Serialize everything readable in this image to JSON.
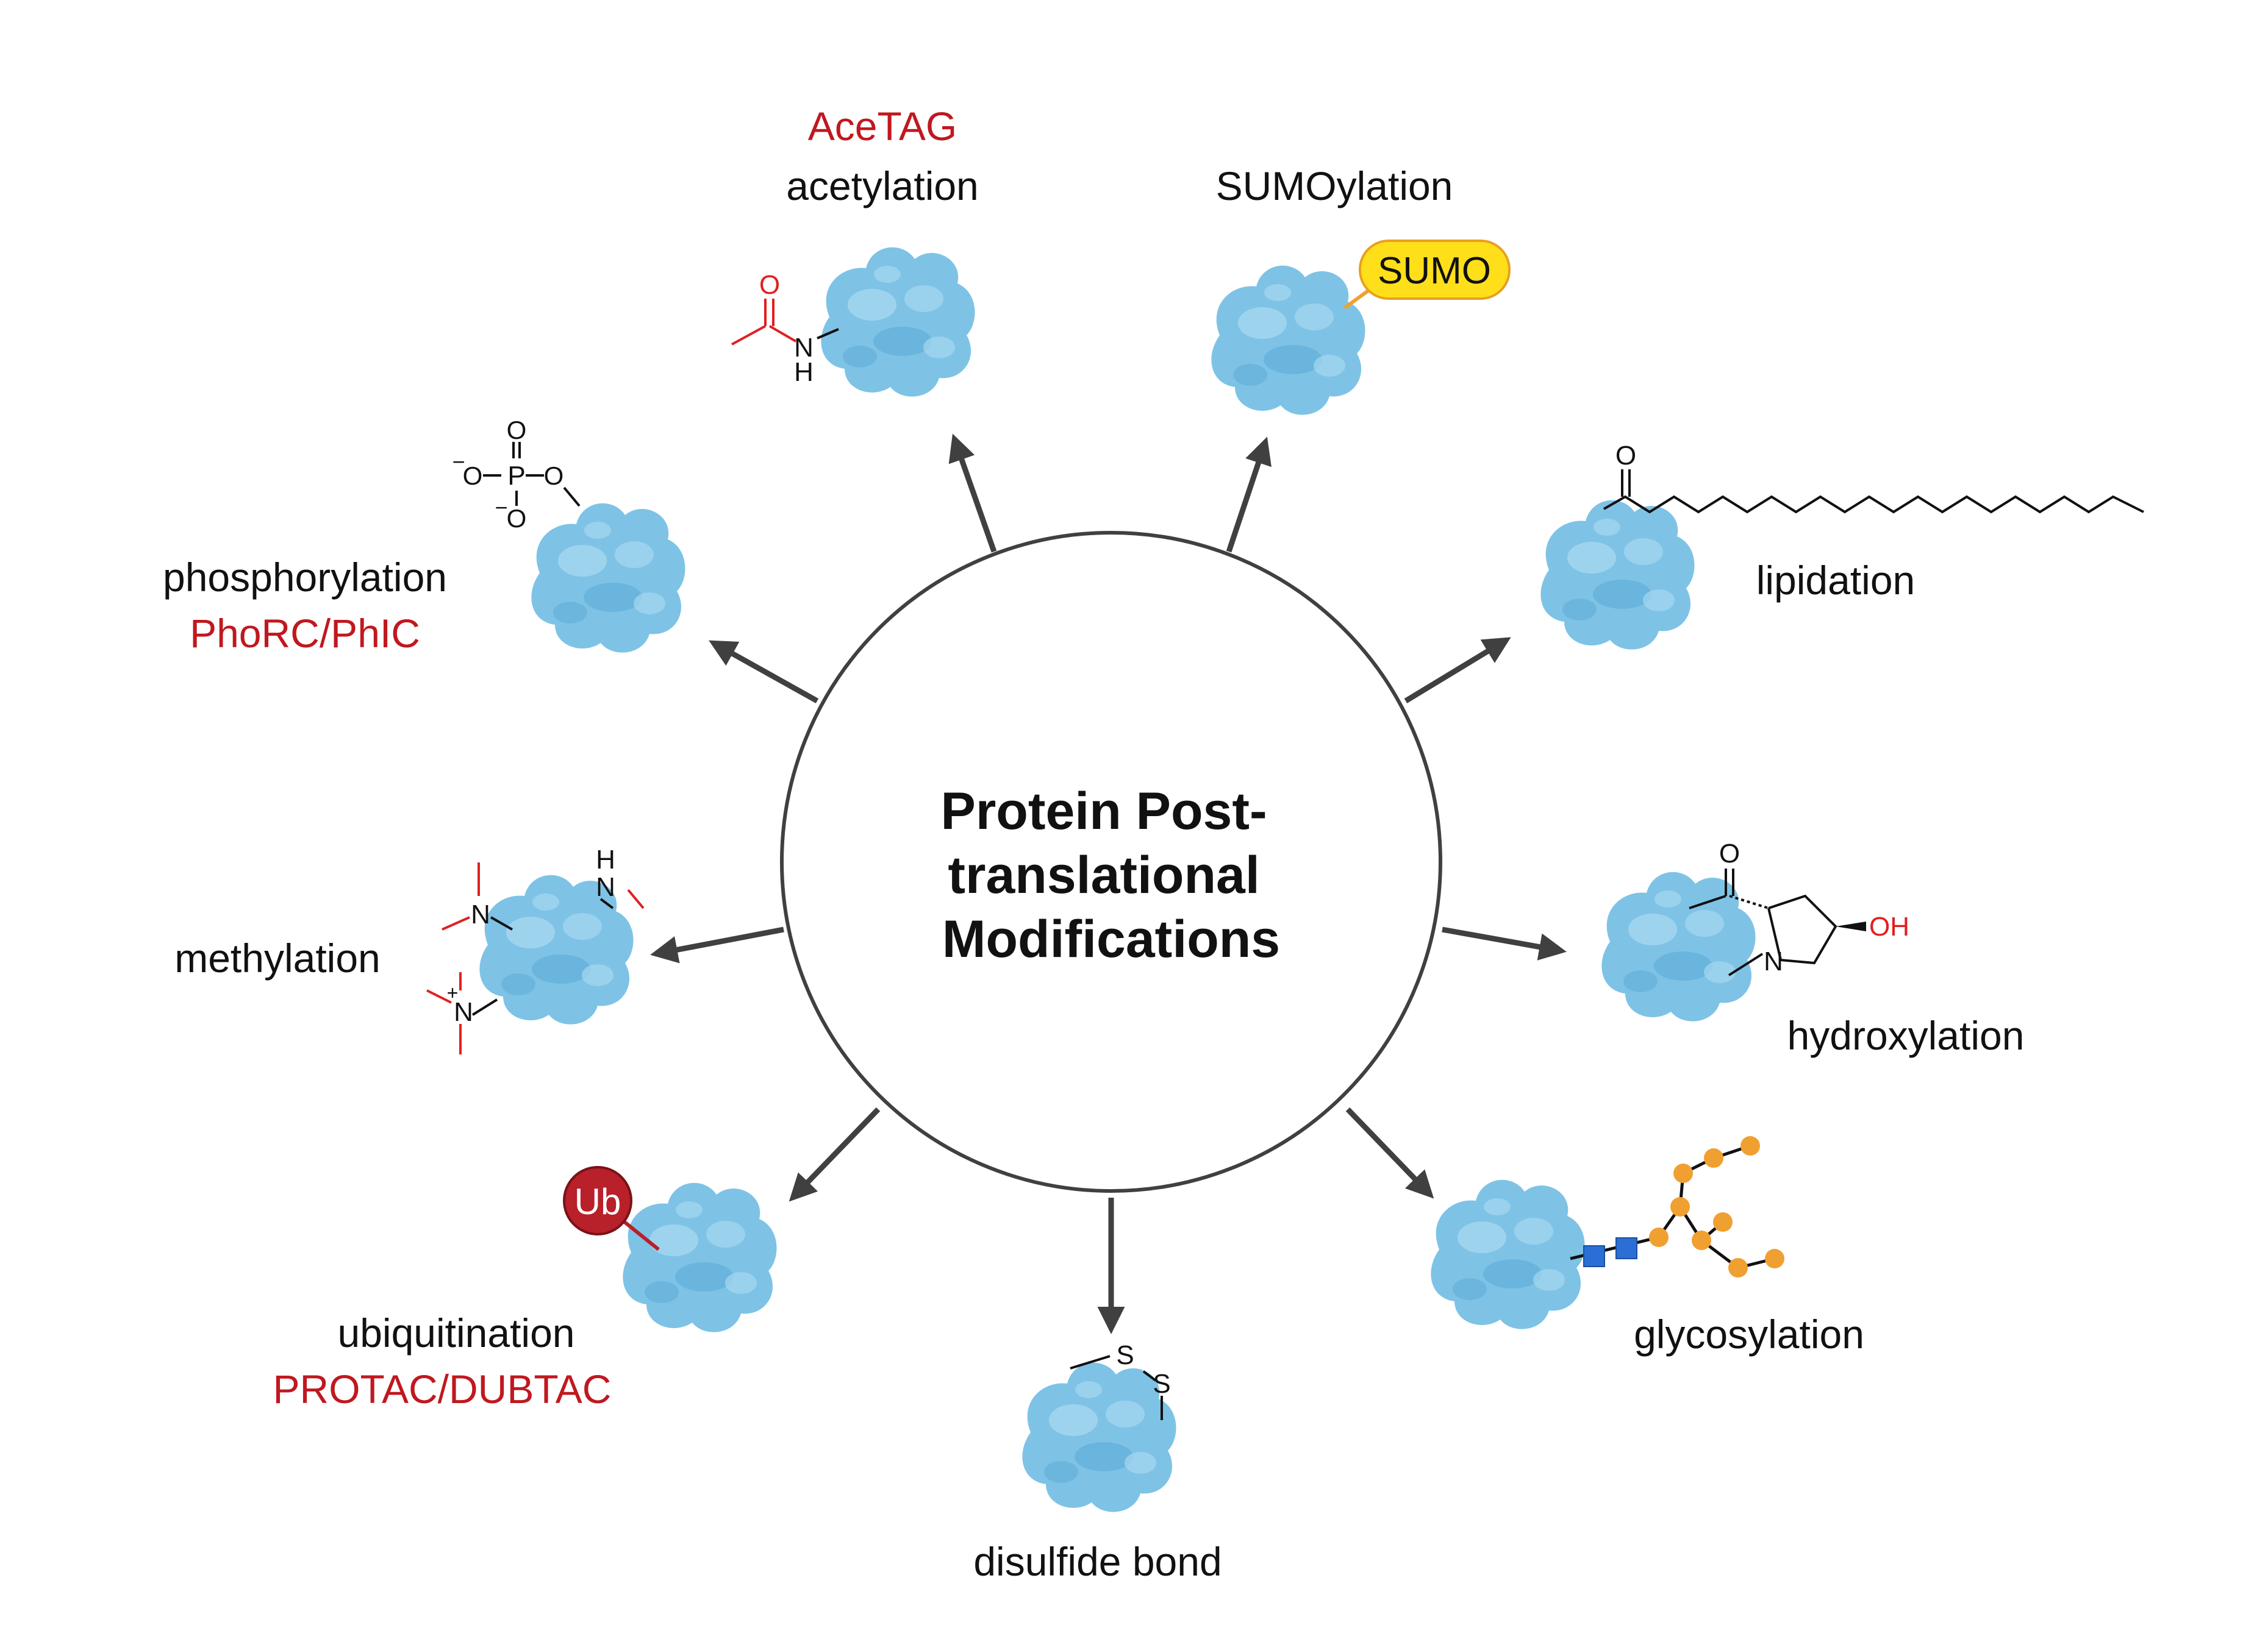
{
  "center_title": [
    "Protein Post-",
    "translational",
    "Modifications"
  ],
  "colors": {
    "protein": "#7ec3e6",
    "protein_dark": "#5aaad6",
    "arrow": "#404040",
    "technique": "#c0181f",
    "chem_red": "#e02020",
    "sumo_fill": "#ffdf1a",
    "ub_fill": "#b8202a",
    "sugar_orange": "#f0a030",
    "sugar_blue": "#2b6fd6"
  },
  "modifications": [
    {
      "id": "acetylation",
      "label": "acetylation",
      "technique": "AceTAG"
    },
    {
      "id": "sumoylation",
      "label": "SUMOylation",
      "technique": ""
    },
    {
      "id": "lipidation",
      "label": "lipidation",
      "technique": ""
    },
    {
      "id": "hydroxylation",
      "label": "hydroxylation",
      "technique": ""
    },
    {
      "id": "glycosylation",
      "label": "glycosylation",
      "technique": ""
    },
    {
      "id": "disulfide",
      "label": "disulfide bond",
      "technique": ""
    },
    {
      "id": "ubiquitination",
      "label": "ubiquitination",
      "technique": "PROTAC/DUBTAC"
    },
    {
      "id": "methylation",
      "label": "methylation",
      "technique": ""
    },
    {
      "id": "phosphorylation",
      "label": "phosphorylation",
      "technique": "PhoRC/PhIC"
    }
  ],
  "tags": {
    "sumo": "SUMO",
    "ub": "Ub"
  },
  "chem": {
    "o": "O",
    "n": "N",
    "h": "H",
    "p": "P",
    "s": "S",
    "oh": "OH",
    "minus": "−",
    "plus": "+"
  },
  "icons": [
    "protein-blob-icon",
    "arrow-icon",
    "sumo-tag-icon",
    "ubiquitin-tag-icon",
    "glycan-chain-icon"
  ]
}
